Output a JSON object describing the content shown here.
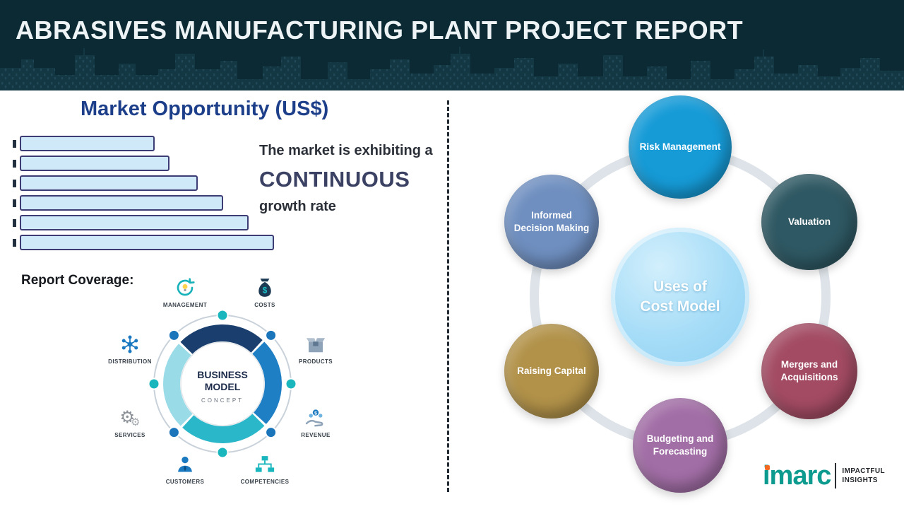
{
  "header": {
    "title": "ABRASIVES MANUFACTURING PLANT PROJECT REPORT"
  },
  "chart_data": {
    "type": "bar",
    "orientation": "horizontal",
    "title": "Market Opportunity (US$)",
    "values": [
      53,
      59,
      70,
      80,
      90,
      100
    ],
    "xlim": [
      0,
      100
    ],
    "bar_fill": "#cfe9f8",
    "bar_border": "#3d3c74",
    "grid": false,
    "legend": false
  },
  "growth": {
    "line1": "The market is exhibiting a",
    "highlight": "CONTINUOUS",
    "line2": "growth rate"
  },
  "report_coverage": {
    "label": "Report Coverage:"
  },
  "business_model": {
    "center_line1": "BUSINESS",
    "center_line2": "MODEL",
    "center_line3": "CONCEPT",
    "items": [
      {
        "label": "MANAGEMENT",
        "icon": "management-cycle-icon"
      },
      {
        "label": "COSTS",
        "icon": "money-bag-icon"
      },
      {
        "label": "DISTRIBUTION",
        "icon": "distribution-network-icon"
      },
      {
        "label": "PRODUCTS",
        "icon": "products-box-icon"
      },
      {
        "label": "SERVICES",
        "icon": "services-gears-icon"
      },
      {
        "label": "REVENUE",
        "icon": "revenue-hand-coin-icon"
      },
      {
        "label": "CUSTOMERS",
        "icon": "customers-person-icon"
      },
      {
        "label": "COMPETENCIES",
        "icon": "competencies-orgchart-icon"
      }
    ]
  },
  "cost_model": {
    "center_label": "Uses of Cost Model",
    "items": [
      {
        "label": "Risk Management",
        "color": "#169bd7"
      },
      {
        "label": "Valuation",
        "color": "#2e5863"
      },
      {
        "label": "Mergers and Acquisitions",
        "color": "#a34b63"
      },
      {
        "label": "Budgeting and Forecasting",
        "color": "#a26ea6"
      },
      {
        "label": "Raising Capital",
        "color": "#b29249"
      },
      {
        "label": "Informed Decision Making",
        "color": "#6f8fc0"
      }
    ]
  },
  "logo": {
    "brand": "imarc",
    "tagline_line1": "IMPACTFUL",
    "tagline_line2": "INSIGHTS"
  }
}
